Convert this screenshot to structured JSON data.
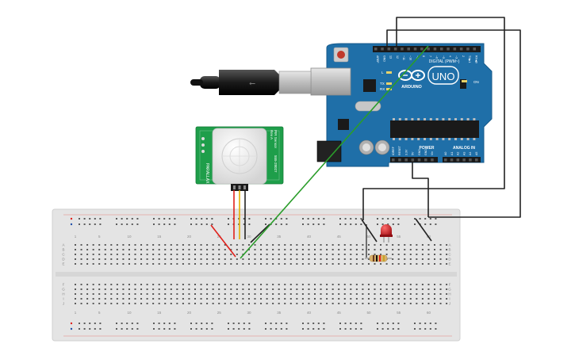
{
  "arduino": {
    "brand": "ARDUINO",
    "model": "UNO",
    "digital_label": "DIGITAL (PWM~)",
    "power_label": "POWER",
    "analog_label": "ANALOG IN",
    "on_label": "ON",
    "aref_label": "AREF",
    "gnd_label": "GND",
    "l_label": "L",
    "tx_label": "TX",
    "rx_label": "RX",
    "digital_pins": [
      "13",
      "12",
      "~11",
      "~10",
      "~9",
      "8",
      "7",
      "~6",
      "~5",
      "4",
      "~3",
      "2",
      "TX▶1",
      "RX◀0"
    ],
    "power_pins": [
      "IOREF",
      "RESET",
      "3.3V",
      "5V",
      "GND",
      "GND",
      "Vin"
    ],
    "analog_pins": [
      "A0",
      "A1",
      "A2",
      "A3",
      "A4",
      "A5"
    ],
    "board_color": "#1f6fa8"
  },
  "pir_sensor": {
    "side_text_left": "PARALLAX",
    "side_text_right_1": "PIR Sensor",
    "side_text_right_2": "Rev A",
    "side_text_right_3": "555-28027",
    "board_color": "#1e9e4a"
  },
  "breadboard": {
    "top_numbers": [
      "1",
      "5",
      "10",
      "15",
      "20",
      "25",
      "30",
      "35",
      "40",
      "45",
      "50",
      "55",
      "60"
    ],
    "bottom_numbers": [
      "1",
      "5",
      "10",
      "15",
      "20",
      "25",
      "30",
      "35",
      "40",
      "45",
      "50",
      "55",
      "60"
    ],
    "row_letters_top": [
      "A",
      "B",
      "C",
      "D",
      "E"
    ],
    "row_letters_bottom": [
      "F",
      "G",
      "H",
      "I",
      "J"
    ],
    "columns": 63
  },
  "components": {
    "led_color": "#c0161b",
    "resistor_color": "#d8b16b"
  },
  "wires": {
    "green": "#2a9d2a",
    "red": "#e0201b",
    "black": "#222222",
    "yellow": "#e5b000"
  }
}
